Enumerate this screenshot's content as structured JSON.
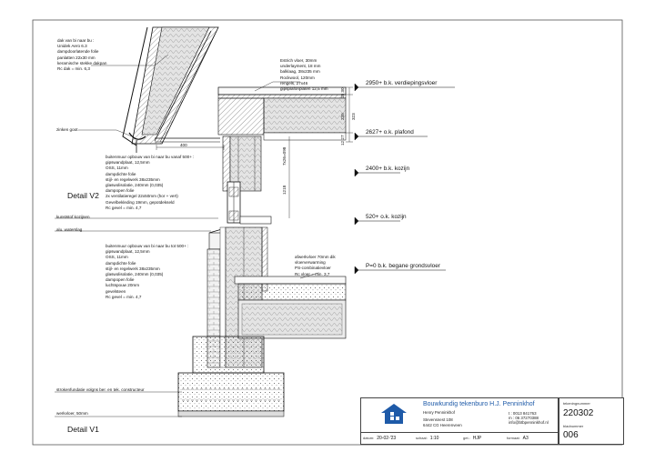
{
  "roof_note": {
    "lines": [
      "dak van bi naar bu :",
      "Unidek Aero 6.3",
      "dampdoorlatende folie",
      "panlatten 22x30 mm",
      "keramische stekke dakpan",
      "Rc dak = min. 6,3"
    ]
  },
  "floor_note": {
    "lines": [
      "Estrich vloer, 30mm",
      "underlayment, 18 mm",
      "balklaag, 38x235 mm",
      "Rockwool, 120mm",
      "rengels, 27x46",
      "gipsplafonplaten 12,5 mm"
    ]
  },
  "gutter_label": "zinken goot",
  "overhang_dim": "400",
  "wall_note_upper": {
    "lines": [
      "buitenmuur opbouw van bi naar bu vanaf 500+ :",
      "gipswandplaat, 12,5mm",
      "OSS, 11mm",
      "dampdichte folie",
      "stijl- en regelwerk 38x235mm",
      "glaswolisolatie, 240mm (0,035)",
      "dampopen folie",
      "2x ventilatieregel 22x50mm (hor + vert)",
      "Gevelbekleding 19mm, gepotdekseld",
      "Rc gevel = min. 4,7"
    ]
  },
  "detail_v2": "Detail V2",
  "frame_label": "kunststof kozijnen",
  "sill_label": "alu. waterslag",
  "wall_note_lower": {
    "lines": [
      "buitenmuur opbouw van bi naar bu tot 500+ :",
      "gipswandplaat, 12,5mm",
      "OSS, 11mm",
      "dampdichte folie",
      "stijl- en regelwerk 38x235mm",
      "glaswolisolatie, 240mm (0,035)",
      "dampopen folie",
      "luchtspouw 20mm",
      "gevelsteen",
      "Rc gevel = min. 4,7"
    ]
  },
  "ground_floor_note": {
    "lines": [
      "afwerkvloer 70mm dik",
      "vloerverwarming",
      "PS-combinatievloer",
      "Rc vloer = min. 3,7"
    ]
  },
  "foundation_label": "strokenfundatie volgns ber. en tek. constructeur",
  "workfloor_label": "werkvloer, 50mm",
  "detail_v1": "Detail V1",
  "levels": [
    {
      "value": "2950+",
      "label": "b.k. verdiepingsvloer"
    },
    {
      "value": "2627+",
      "label": "o.k. plafond"
    },
    {
      "value": "2400+",
      "label": "b.k. kozijn"
    },
    {
      "value": "520+",
      "label": "o.k. kozijn"
    },
    {
      "value": "P=0",
      "label": "b.k. begane grondsvloer"
    }
  ],
  "floor_dims": [
    "18 30",
    "235",
    "323",
    "12 27"
  ],
  "window_dims": [
    "7x26=098",
    "1218"
  ],
  "title_block": {
    "company": "Bouwkundig tekenburo H.J. Penninkhof",
    "person": "Henry Penninkhof",
    "street": "Stevensnest 108",
    "city": "6442 CG  Heerenveen",
    "phone_t": "t  : 0013 841763",
    "phone_m": "m : 06 37270388",
    "email": "info@btbpenninkhof.nl",
    "datum_label": "datum:",
    "datum": "20-02-'23",
    "schaal_label": "schaal:",
    "schaal": "1:10",
    "get_label": "get.:",
    "get": "HJP",
    "formaat_label": "formaat:",
    "formaat": "A3"
  },
  "right_block": {
    "tekening_label": "tekeningnummer",
    "tekening": "220302",
    "blad_label": "bladnummer",
    "blad": "006"
  },
  "colors": {
    "ink": "#111111",
    "accent": "#1e5aa8",
    "hatch": "#555555",
    "insulation": "#cfcfcf"
  }
}
